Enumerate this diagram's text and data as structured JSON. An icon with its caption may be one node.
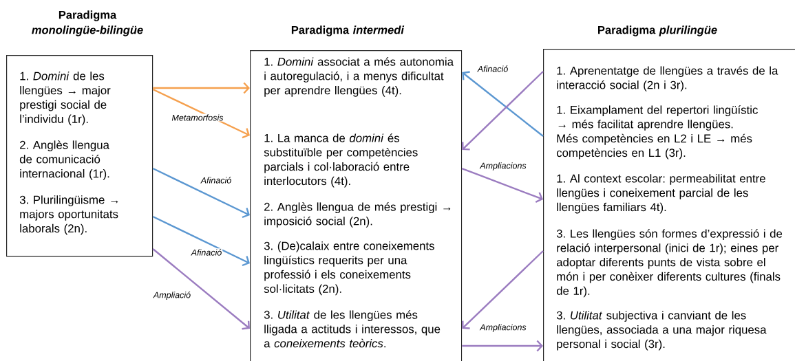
{
  "diagram": {
    "nodes": [
      {
        "text": [
          "Paradigma *monolingüe-bilingüe*",
          "1. *Domini* de les llengües → major prestigi social de l’individu (1r).",
          "2. Anglès llengua de comunicació internacional (1r).",
          "3. Plurilingüisme → majors oportunitats laborals (2n)."
        ]
      },
      {
        "text": [
          "Paradigma *intermedi*",
          "1. *Domini* associat a més autonomia i autoregulació, i a menys dificultat per aprendre llengües (4t).",
          "1. La manca de *domini* és substituïble per competències parcials i col·laboració entre interlocutors (4t).",
          "2. Anglès llengua de més prestigi → imposició social (2n).",
          "3. (De)calaix entre coneixements lingüístics requerits per una professió i els coneixements sol·licitats (2n).",
          "3. *Utilitat* de les llengües més lligada a actituds i interessos, que a *coneixements teòrics*."
        ]
      },
      {
        "text": [
          "Paradigma *plurilingüe*",
          "1. Aprenentatge de llengües a través de la interacció social (2n i 3r).",
          "1. Eixamplament del repertori lingüístic → més facilitat aprendre llengües. Més competències en L2 i LE → més competències en L1 (3r).",
          "1. Al context escolar: permeabilitat entre llengües i coneixement parcial de les llengües familiars 4t).",
          "3. Les llengües són formes d’expressió i de relació interpersonal (inici de 1r); eines per adoptar diferents punts de vista sobre el món i per conèixer diferents cultures (finals de 1r).",
          "3. *Utilitat* subjectiva i canviant de les llengües, associada a una major riquesa personal i social (3r)."
        ]
      }
    ],
    "edges": [
      {
        "from": 0,
        "to": 1,
        "arrow": "to",
        "color": "#f5a04e"
      },
      {
        "from": 0,
        "to": 1,
        "arrow": "to",
        "color": "#f5a04e",
        "label": "Metamorfosis"
      },
      {
        "from": 0,
        "to": 1,
        "arrow": "to",
        "color": "#5b97d1",
        "label": "Afinació"
      },
      {
        "from": 0,
        "to": 1,
        "arrow": "to",
        "color": "#5b97d1",
        "label": "Afinació"
      },
      {
        "from": 0,
        "to": 1,
        "arrow": "to",
        "label": "Ampliació"
      },
      {
        "from": 2,
        "to": 1,
        "arrow": "to",
        "color": "#5b97d1",
        "label": "Afinació"
      },
      {
        "from": 2,
        "to": 1,
        "arrow": "to"
      },
      {
        "from": 1,
        "to": 2,
        "arrow": "to",
        "label": "Ampliacions"
      },
      {
        "from": 2,
        "to": 1,
        "arrow": "to"
      },
      {
        "from": 1,
        "to": 2,
        "arrow": "to",
        "label": "Ampliacions"
      }
    ]
  }
}
